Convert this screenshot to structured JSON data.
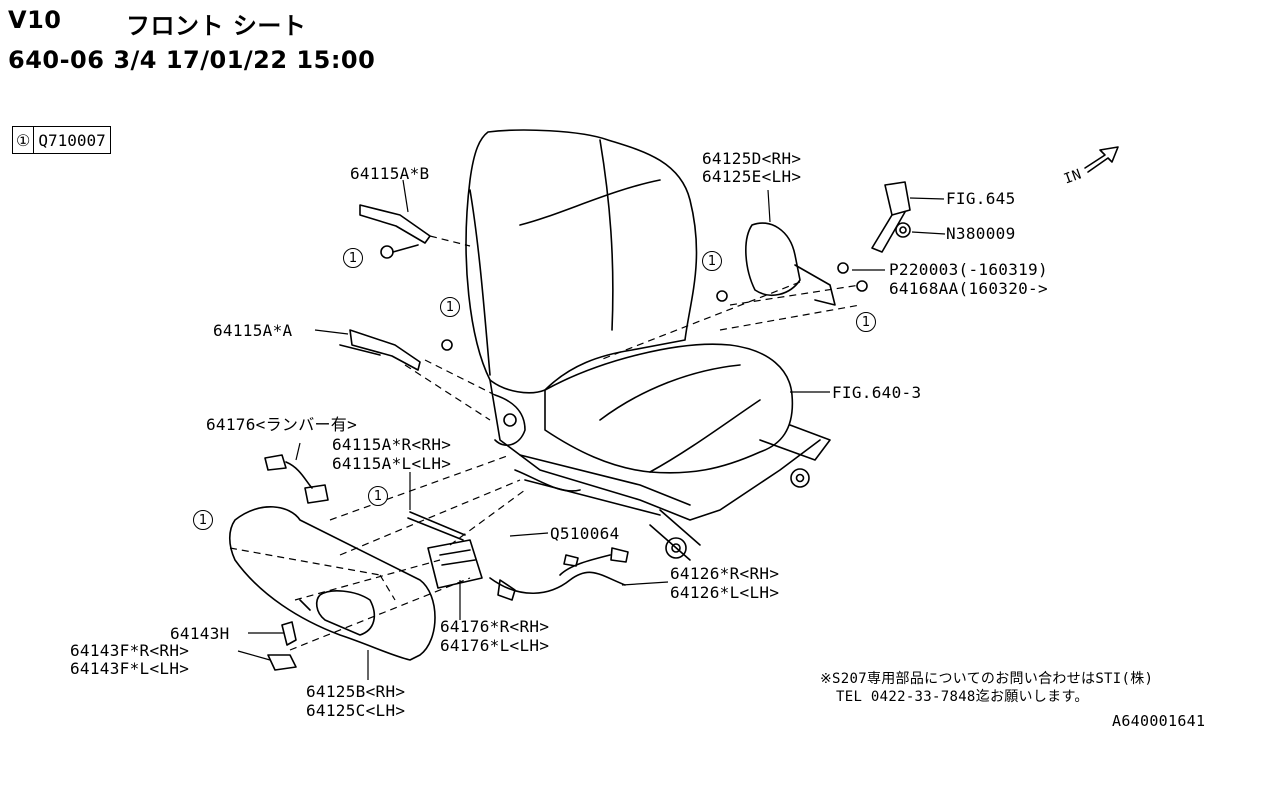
{
  "header": {
    "model": "V10",
    "title": "フロント シート",
    "subline": "640-06 3/4 17/01/22 15:00"
  },
  "reference": {
    "circle": "①",
    "code": "Q710007"
  },
  "direction_label": "IN",
  "parts": {
    "p64115AB": "64115A*B",
    "p64115AA": "64115A*A",
    "p64125D": "64125D<RH>",
    "p64125E": "64125E<LH>",
    "fig645": "FIG.645",
    "n380009": "N380009",
    "p220003": "P220003(-160319)",
    "p64168AA": "64168AA(160320->",
    "fig6403": "FIG.640-3",
    "p64176lumbar": "64176<ランバー有>",
    "p64115AR": "64115A*R<RH>",
    "p64115AL": "64115A*L<LH>",
    "q510064": "Q510064",
    "p64126R": "64126*R<RH>",
    "p64126L": "64126*L<LH>",
    "p64176R": "64176*R<RH>",
    "p64176L": "64176*L<LH>",
    "p64143H": "64143H",
    "p64143FR": "64143F*R<RH>",
    "p64143FL": "64143F*L<LH>",
    "p64125B": "64125B<RH>",
    "p64125C": "64125C<LH>"
  },
  "circle_marker": "1",
  "note": {
    "line1": "※S207専用部品についてのお問い合わせはSTI(株)",
    "line2": "TEL 0422-33-7848迄お願いします。"
  },
  "diagram_id": "A640001641"
}
